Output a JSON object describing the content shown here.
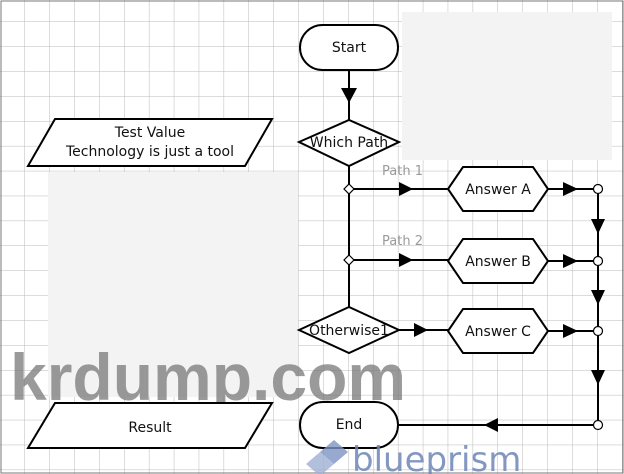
{
  "diagram": {
    "start_label": "Start",
    "end_label": "End",
    "decision_label": "Which Path",
    "otherwise_label": "Otherwise1",
    "path1_label": "Path 1",
    "path2_label": "Path 2",
    "answers": [
      "Answer A",
      "Answer B",
      "Answer C"
    ],
    "data_item": {
      "line1": "Test Value",
      "line2": "Technology is just a tool"
    },
    "result_label": "Result"
  },
  "watermark": "krdump.com",
  "logo": "blueprism"
}
